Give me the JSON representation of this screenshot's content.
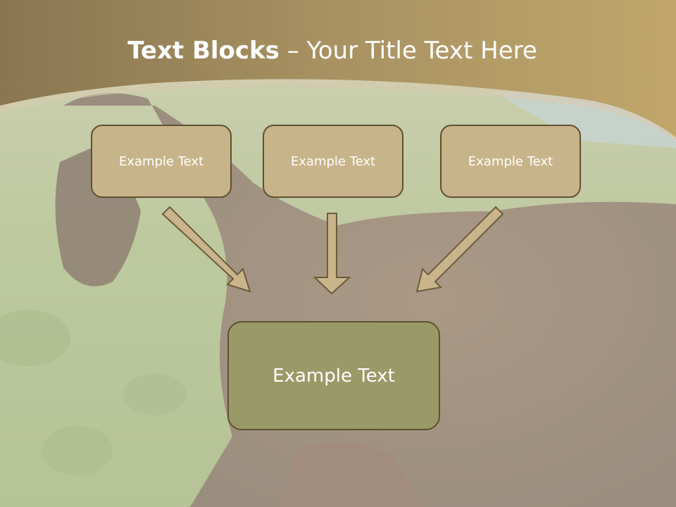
{
  "slide": {
    "title_bold": "Text Blocks",
    "title_rest": " – Your Title Text Here",
    "boxes": {
      "top_left": "Example Text",
      "top_center": "Example Text",
      "top_right": "Example Text",
      "main": "Example Text"
    },
    "colors": {
      "banner": "#9e8a5a",
      "box_fill": "#c8b48a",
      "main_box_fill": "#9a9968",
      "border": "#5e5132",
      "arrow_fill": "#c9b48b"
    },
    "background_image": "horse-photo"
  }
}
